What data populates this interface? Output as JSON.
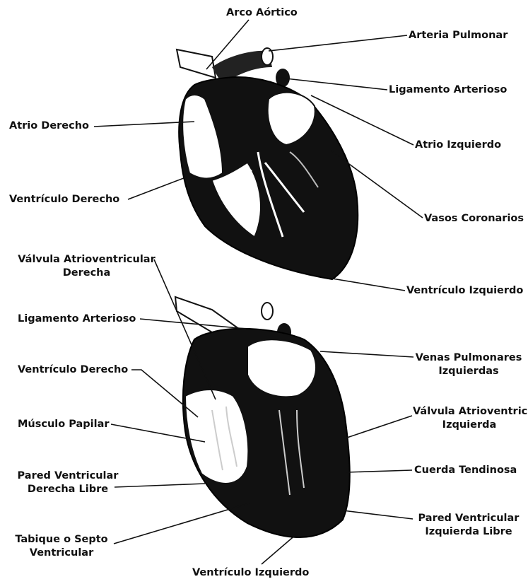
{
  "top_heart": {
    "labels": {
      "arco_aortico": "Arco Aórtico",
      "arteria_pulmonar": "Arteria Pulmonar",
      "ligamento_arterioso": "Ligamento Arterioso",
      "atrio_derecho": "Atrio Derecho",
      "atrio_izquierdo": "Atrio Izquierdo",
      "ventriculo_derecho": "Ventrículo Derecho",
      "vasos_coronarios": "Vasos Coronarios",
      "ventriculo_izquierdo": "Ventrículo Izquierdo"
    }
  },
  "bottom_heart": {
    "labels": {
      "valvula_av_derecha_1": "Válvula Atrioventricular",
      "valvula_av_derecha_2": "Derecha",
      "ligamento_arterioso": "Ligamento Arterioso",
      "venas_pulmonares_1": "Venas Pulmonares",
      "venas_pulmonares_2": "Izquierdas",
      "ventriculo_derecho": "Ventrículo Derecho",
      "valvula_av_izquierda_1": "Válvula Atrioventricula",
      "valvula_av_izquierda_2": "Izquierda",
      "musculo_papilar": "Músculo Papilar",
      "cuerda_tendinosa": "Cuerda Tendinosa",
      "pared_derecha_1": "Pared Ventricular",
      "pared_derecha_2": "Derecha Libre",
      "pared_izquierda_1": "Pared Ventricular",
      "pared_izquierda_2": "Izquierda Libre",
      "tabique_1": "Tabique o Septo",
      "tabique_2": "Ventricular",
      "ventriculo_izquierdo": "Ventrículo Izquierdo"
    }
  }
}
